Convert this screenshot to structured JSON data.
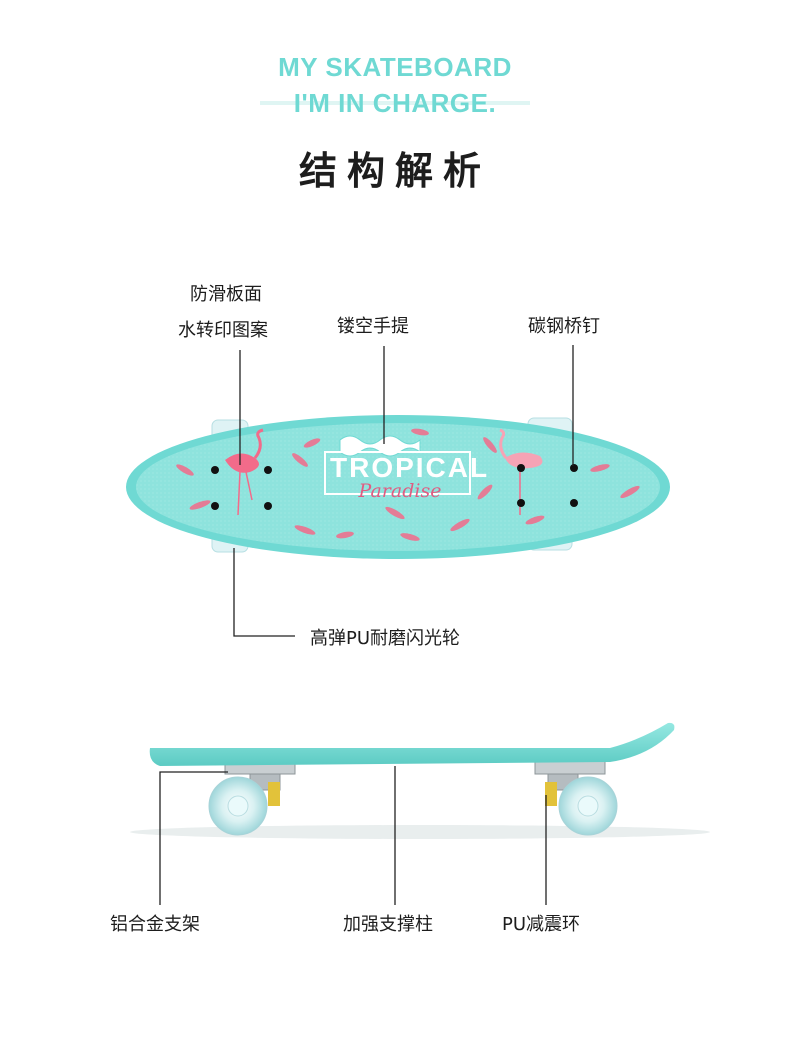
{
  "header": {
    "line1": "MY SKATEBOARD",
    "line2": "I'M IN CHARGE.",
    "title": "结构解析"
  },
  "deck_print": {
    "word1": "TROPICAL",
    "word2": "Paradise"
  },
  "top_labels": {
    "deck_pattern_line1": "防滑板面",
    "deck_pattern_line2": "水转印图案",
    "handle": "镂空手提",
    "rivets": "碳钢桥钉",
    "wheels": "高弹PU耐磨闪光轮"
  },
  "side_labels": {
    "truck": "铝合金支架",
    "support": "加强支撑柱",
    "bushing": "PU减震环"
  },
  "colors": {
    "accent": "#6fd9d3",
    "deck": "#7fe0d9",
    "deck_dark": "#5cc9c2",
    "flamingo": "#f26b8a"
  }
}
